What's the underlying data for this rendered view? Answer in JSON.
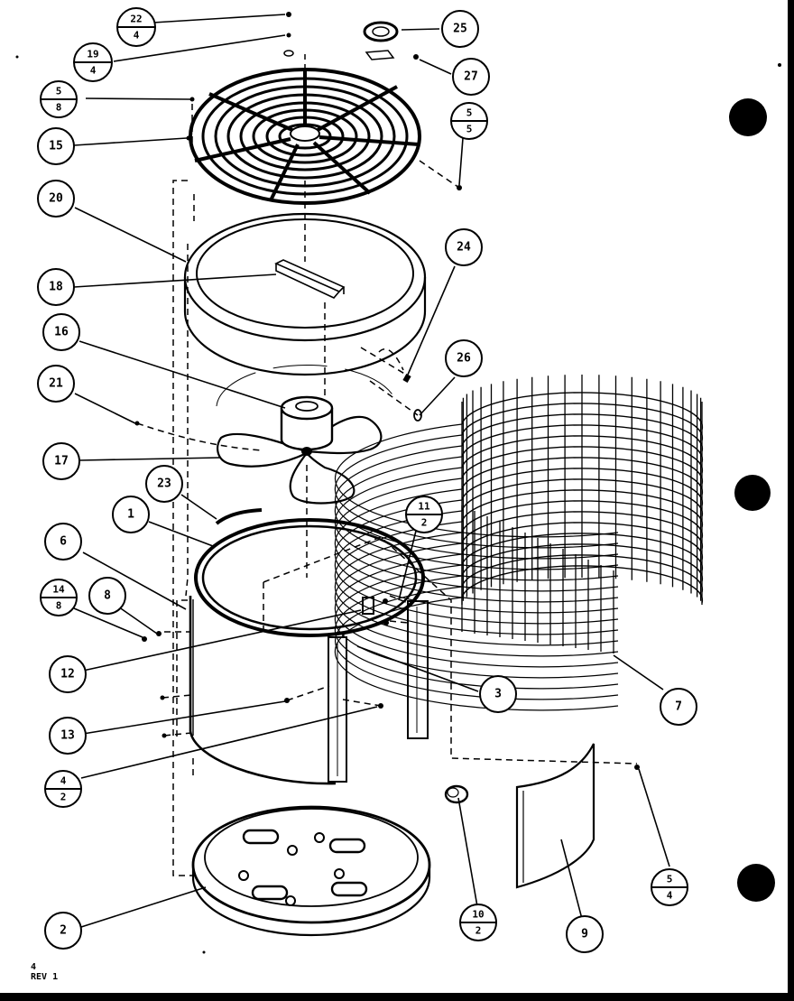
{
  "callouts": {
    "c1": "1",
    "c2": "2",
    "c3": "3",
    "c6": "6",
    "c7": "7",
    "c8": "8",
    "c9": "9",
    "c12": "12",
    "c13": "13",
    "c15": "15",
    "c16": "16",
    "c17": "17",
    "c18": "18",
    "c20": "20",
    "c21": "21",
    "c23": "23",
    "c24": "24",
    "c25": "25",
    "c26": "26",
    "c27": "27"
  },
  "fraction_callouts": {
    "f22_4": {
      "num": "22",
      "den": "4"
    },
    "f19_4": {
      "num": "19",
      "den": "4"
    },
    "f5_8": {
      "num": "5",
      "den": "8"
    },
    "f5_5": {
      "num": "5",
      "den": "5"
    },
    "f11_2": {
      "num": "11",
      "den": "2"
    },
    "f14_8": {
      "num": "14",
      "den": "8"
    },
    "f4_2": {
      "num": "4",
      "den": "2"
    },
    "f10_2": {
      "num": "10",
      "den": "2"
    },
    "f5_4": {
      "num": "5",
      "den": "4"
    }
  },
  "footer": {
    "page": "4",
    "revision": "REV 1"
  }
}
